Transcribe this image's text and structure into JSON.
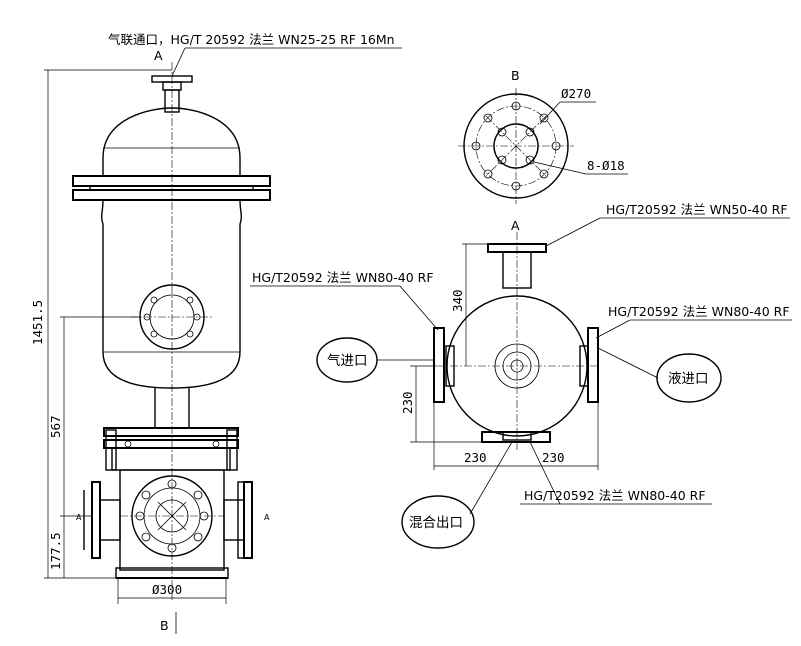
{
  "labels": {
    "top_note": "气联通口，HG/T 20592 法兰 WN25-25 RF 16Mn",
    "section_a_top": "A",
    "section_b_top": "B",
    "section_a_right": "A",
    "section_b_bottom": "B",
    "small_a_left": "A",
    "small_a_right": "A",
    "dia_270": "Ø270",
    "holes": "8-Ø18",
    "flange_top_right": "HG/T20592 法兰 WN50-40 RF",
    "flange_left": "HG/T20592 法兰 WN80-40 RF",
    "flange_right": "HG/T20592 法兰 WN80-40 RF",
    "flange_bottom": "HG/T20592 法兰 WN80-40 RF",
    "gas_inlet": "气进口",
    "liquid_inlet": "液进口",
    "mix_outlet": "混合出口"
  },
  "dimensions": {
    "overall_height": "1451.5",
    "height_567": "567",
    "height_177": "177.5",
    "dia_300": "Ø300",
    "dim_340": "340",
    "dim_230_v": "230",
    "dim_230_left": "230",
    "dim_230_right": "230"
  }
}
